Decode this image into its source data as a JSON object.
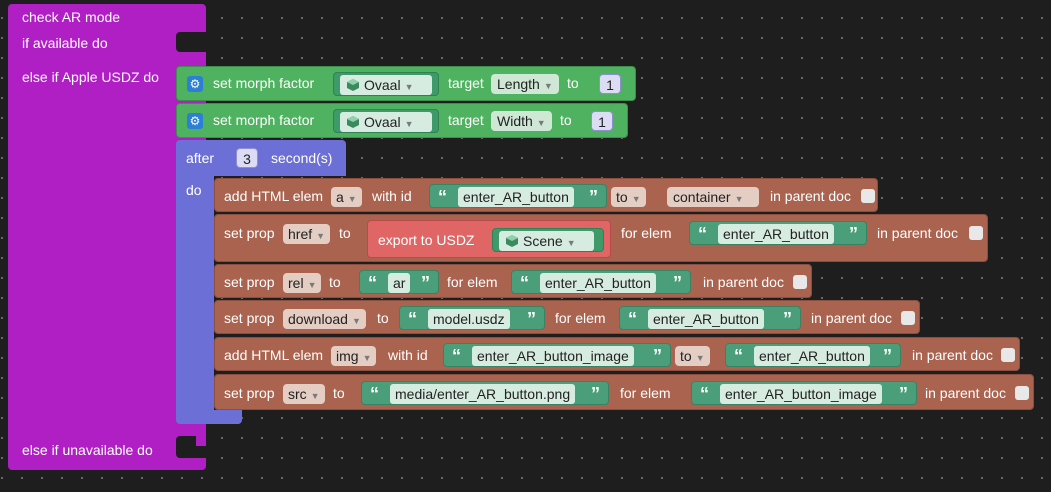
{
  "check_block": {
    "title": "check AR mode",
    "if_available": "if available do",
    "else_if_apple": "else if Apple USDZ do",
    "else_if_unavailable": "else if unavailable do"
  },
  "morph_blocks": [
    {
      "label": "set morph factor",
      "object": "Ovaal",
      "target_label": "target",
      "target": "Length",
      "to_label": "to",
      "value": "1"
    },
    {
      "label": "set morph factor",
      "object": "Ovaal",
      "target_label": "target",
      "target": "Width",
      "to_label": "to",
      "value": "1"
    }
  ],
  "after_block": {
    "after_label": "after",
    "seconds": "3",
    "unit": "second(s)",
    "do_label": "do"
  },
  "rows": [
    {
      "kind": "add_html",
      "label": "add HTML elem",
      "tag": "a",
      "with_id": "with id",
      "id": "enter_AR_button",
      "to_label": "to",
      "to_value": "container",
      "parent": "in parent doc"
    },
    {
      "kind": "set_prop_export",
      "label": "set prop",
      "prop": "href",
      "to_label": "to",
      "export_label": "export to USDZ",
      "scene": "Scene",
      "for_elem": "for elem",
      "elem": "enter_AR_button",
      "parent": "in parent doc"
    },
    {
      "kind": "set_prop",
      "label": "set prop",
      "prop": "rel",
      "to_label": "to",
      "value": "ar",
      "for_elem": "for elem",
      "elem": "enter_AR_button",
      "parent": "in parent doc"
    },
    {
      "kind": "set_prop",
      "label": "set prop",
      "prop": "download",
      "to_label": "to",
      "value": "model.usdz",
      "for_elem": "for elem",
      "elem": "enter_AR_button",
      "parent": "in parent doc"
    },
    {
      "kind": "add_html2",
      "label": "add HTML elem",
      "tag": "img",
      "with_id": "with id",
      "id": "enter_AR_button_image",
      "to_label": "to",
      "to_value": "enter_AR_button",
      "parent": "in parent doc"
    },
    {
      "kind": "set_prop",
      "label": "set prop",
      "prop": "src",
      "to_label": "to",
      "value": "media/enter_AR_button.png",
      "for_elem": "for elem",
      "elem": "enter_AR_button_image",
      "parent": "in parent doc"
    }
  ],
  "colors": {
    "control": "#b01fc4",
    "morph": "#4fb260",
    "timer": "#6b6fd6",
    "html": "#a9634f",
    "export": "#e06666",
    "string": "#4a9e7a"
  },
  "icons": {
    "gear": "gear-icon",
    "cube": "cube-icon",
    "dropdown": "dropdown-arrow-icon",
    "checkbox": "checkbox-icon",
    "quote": "quote-icon"
  }
}
